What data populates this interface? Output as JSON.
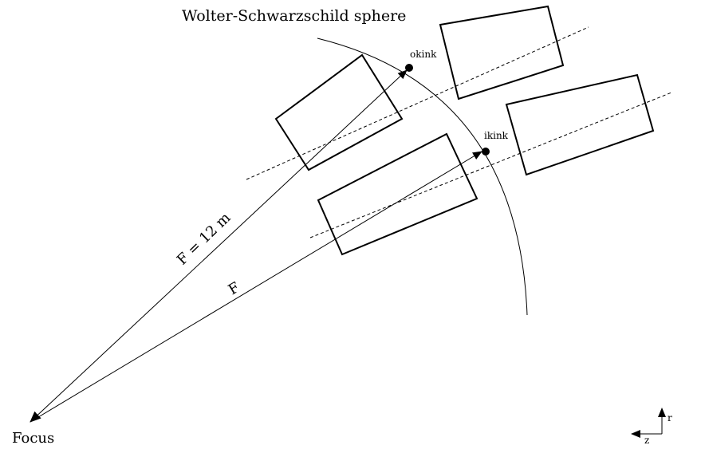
{
  "diagram": {
    "title": "Wolter-Schwarzschild sphere",
    "labels": {
      "outer_distance": "F = 12 m",
      "inner_distance": "F",
      "focus": "Focus",
      "outer_kink": "okink",
      "inner_kink": "ikink"
    },
    "axes": {
      "r_label": "r",
      "z_label": "z"
    },
    "colors": {
      "stroke": "#000000",
      "background": "#ffffff"
    }
  }
}
